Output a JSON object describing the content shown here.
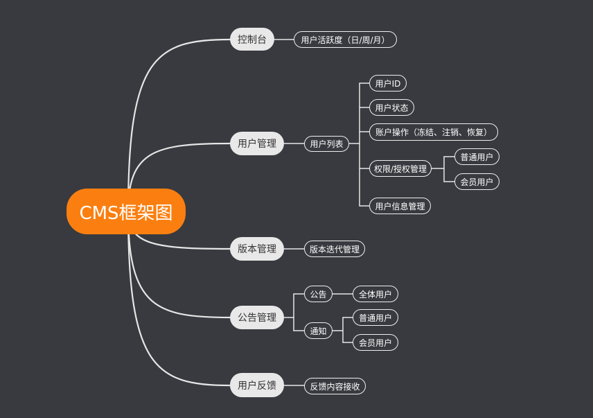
{
  "root": {
    "label": "CMS框架图",
    "color": "#fb7f10"
  },
  "branches": [
    {
      "label": "控制台",
      "children": [
        {
          "label": "用户活跃度（日/周/月）"
        }
      ]
    },
    {
      "label": "用户管理",
      "children": [
        {
          "label": "用户列表",
          "children": [
            {
              "label": "用户ID"
            },
            {
              "label": "用户状态"
            },
            {
              "label": "账户操作（冻结、注销、恢复）"
            },
            {
              "label": "权限/授权管理",
              "children": [
                {
                  "label": "普通用户"
                },
                {
                  "label": "会员用户"
                }
              ]
            },
            {
              "label": "用户信息管理"
            }
          ]
        }
      ]
    },
    {
      "label": "版本管理",
      "children": [
        {
          "label": "版本迭代管理"
        }
      ]
    },
    {
      "label": "公告管理",
      "children": [
        {
          "label": "公告",
          "children": [
            {
              "label": "全体用户"
            }
          ]
        },
        {
          "label": "通知",
          "children": [
            {
              "label": "普通用户"
            },
            {
              "label": "会员用户"
            }
          ]
        }
      ]
    },
    {
      "label": "用户反馈",
      "children": [
        {
          "label": "反馈内容接收"
        }
      ]
    }
  ],
  "colors": {
    "background": "#383a3f",
    "connector": "#e6e6e6",
    "branch_fill": "#e8e8e8"
  }
}
